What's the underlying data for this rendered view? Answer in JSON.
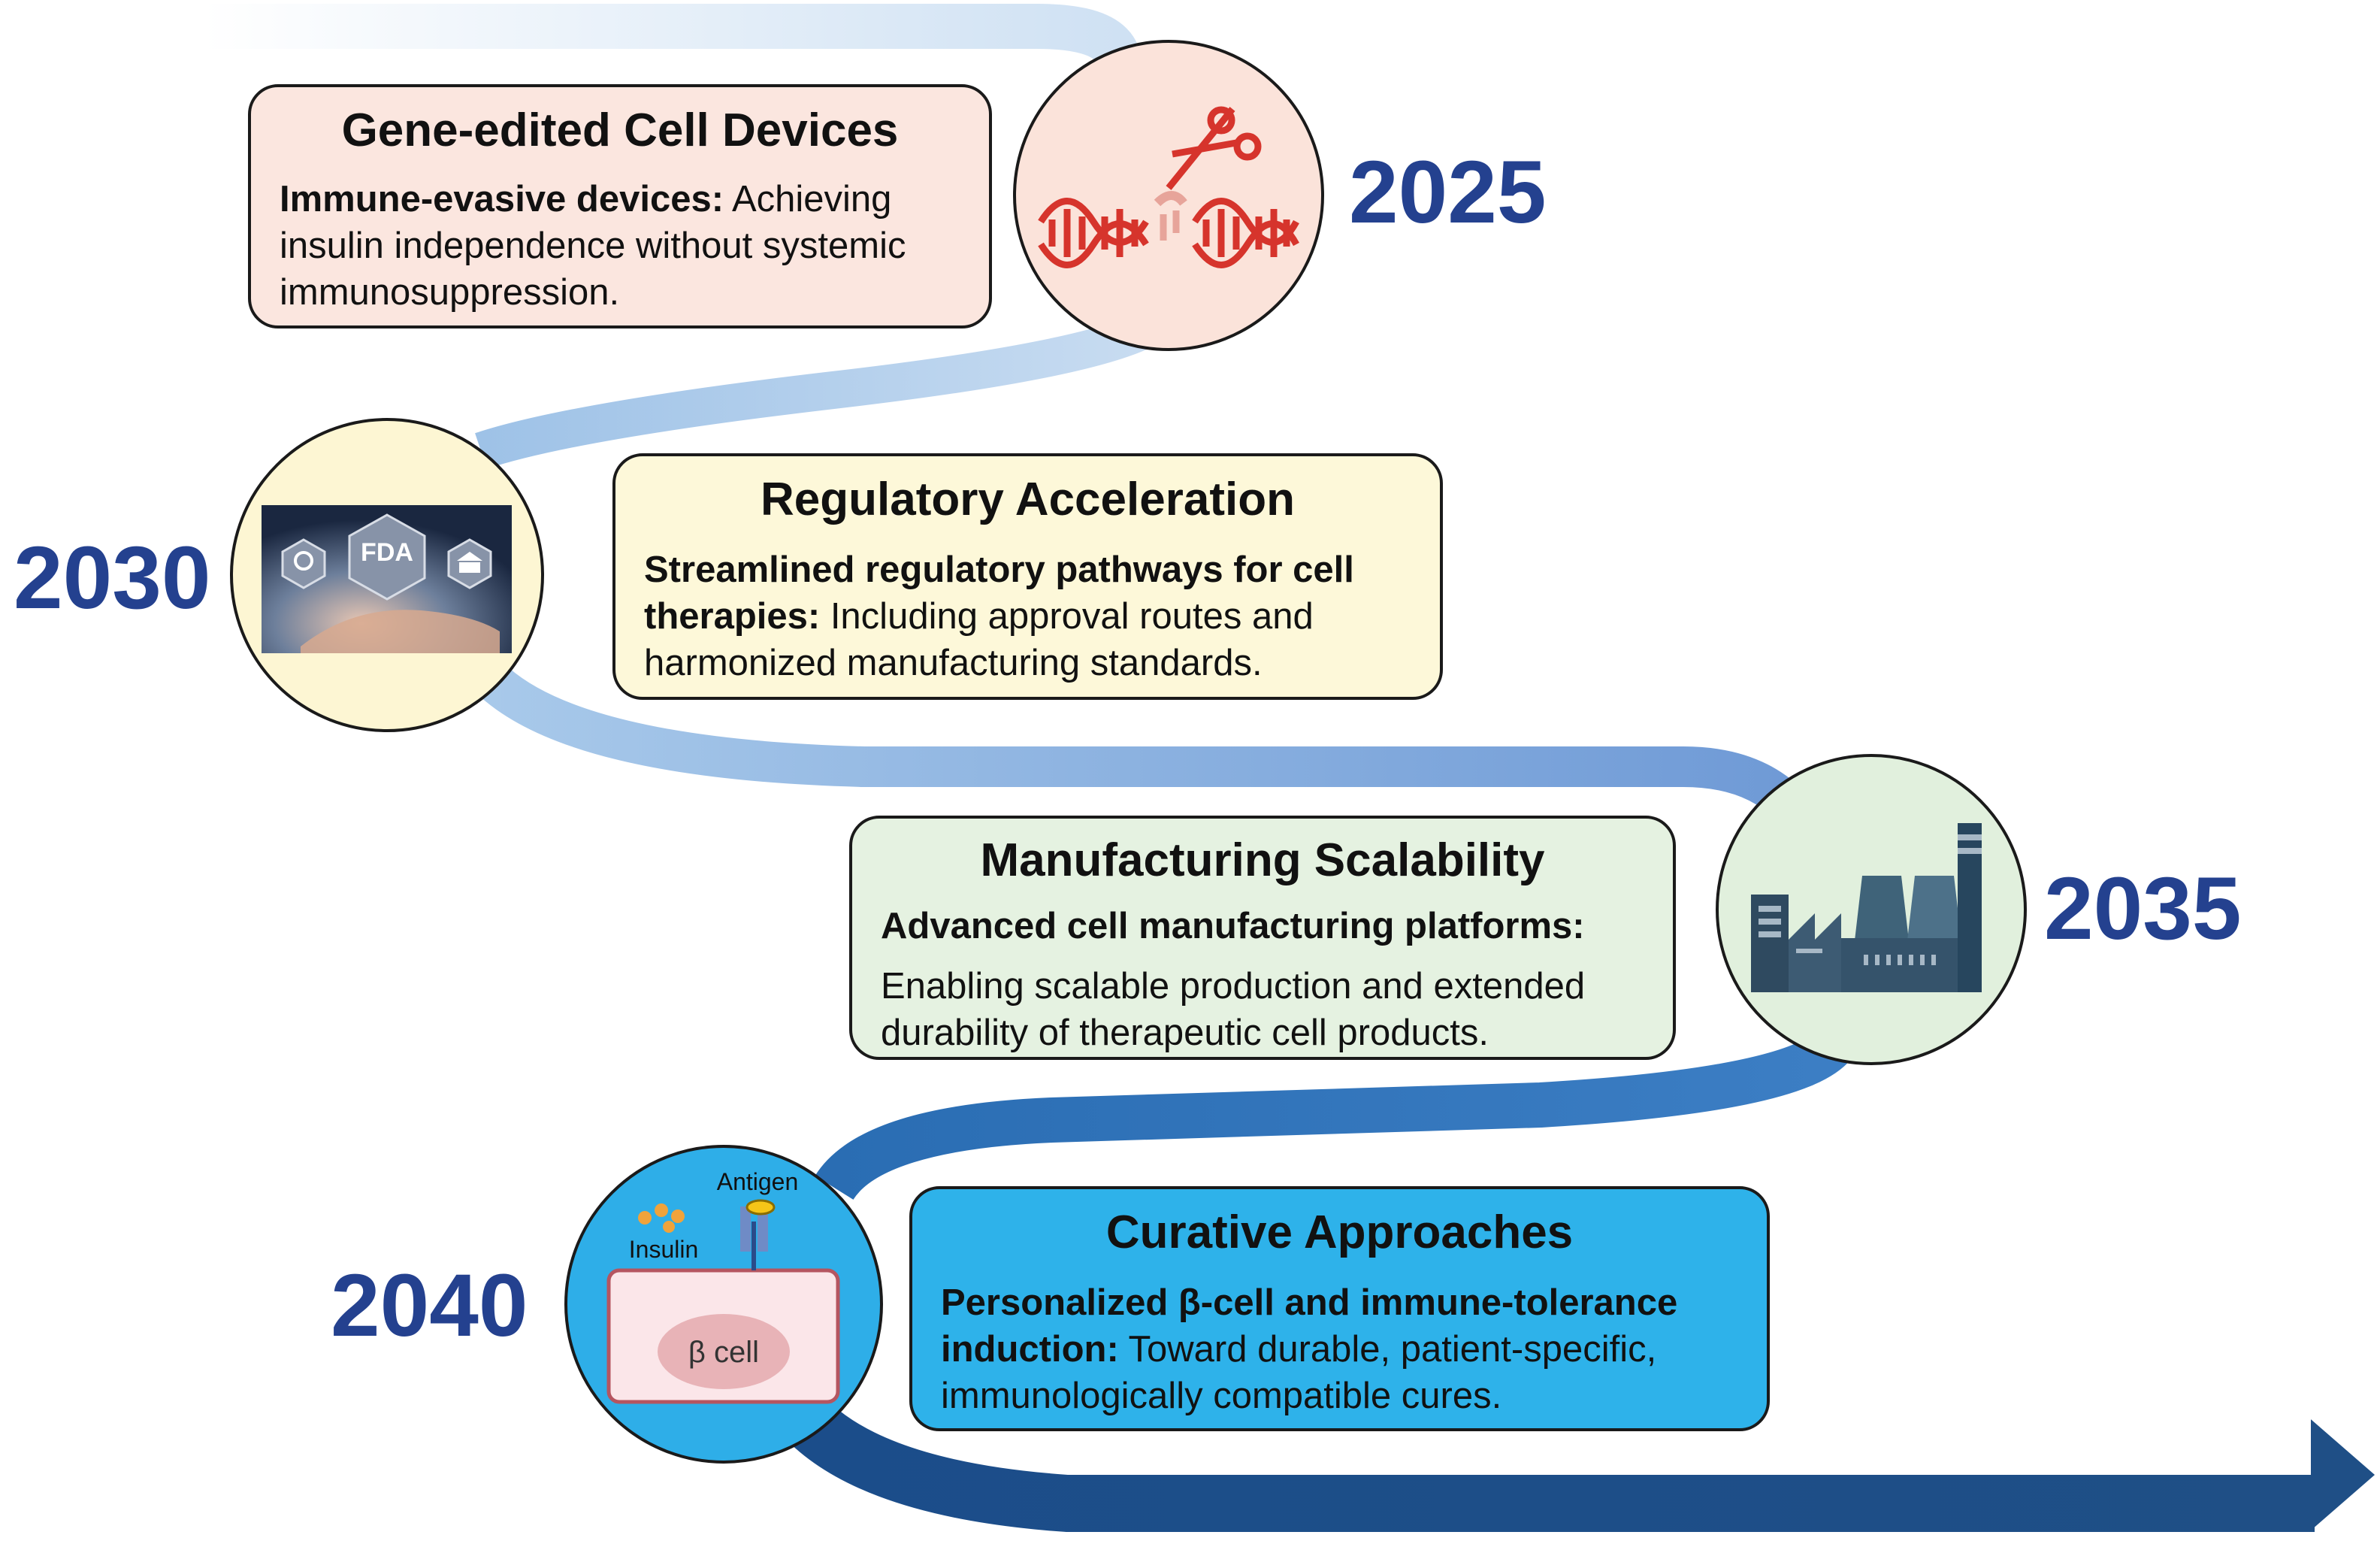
{
  "milestones": [
    {
      "year": "2025",
      "title": "Gene-edited Cell Devices",
      "lead": "Immune-evasive devices:",
      "text": "Achieving insulin independence without systemic immunosuppression.",
      "icon": "dna-scissors-icon",
      "box_color": "#fbe6df",
      "circle_color": "#fbe3da"
    },
    {
      "year": "2030",
      "title": "Regulatory Acceleration",
      "lead": "Streamlined regulatory pathways for cell therapies:",
      "text": "Including approval routes and harmonized manufacturing standards.",
      "icon": "fda-approval-icon",
      "icon_text": "FDA",
      "box_color": "#fdf8d9",
      "circle_color": "#fdf6d3"
    },
    {
      "year": "2035",
      "title": "Manufacturing Scalability",
      "lead": "Advanced cell manufacturing platforms:",
      "text": "Enabling scalable production and extended durability of therapeutic cell products.",
      "icon": "factory-icon",
      "box_color": "#e5f2e1",
      "circle_color": "#e1f0dd"
    },
    {
      "year": "2040",
      "title": "Curative Approaches",
      "lead": "Personalized β-cell and immune-tolerance induction:",
      "text": "Toward durable, patient-specific, immunologically compatible cures.",
      "icon": "beta-cell-icon",
      "icon_labels": {
        "antigen": "Antigen",
        "insulin": "Insulin",
        "cell": "β cell"
      },
      "box_color": "#2eb2ea",
      "circle_color": "#2eaee8"
    }
  ],
  "colors": {
    "year_text": "#24418f",
    "path_light": "#d6e6f5",
    "path_mid": "#8db6e0",
    "path_dark": "#1c4e8c",
    "arrow_dark": "#1f4f86"
  }
}
